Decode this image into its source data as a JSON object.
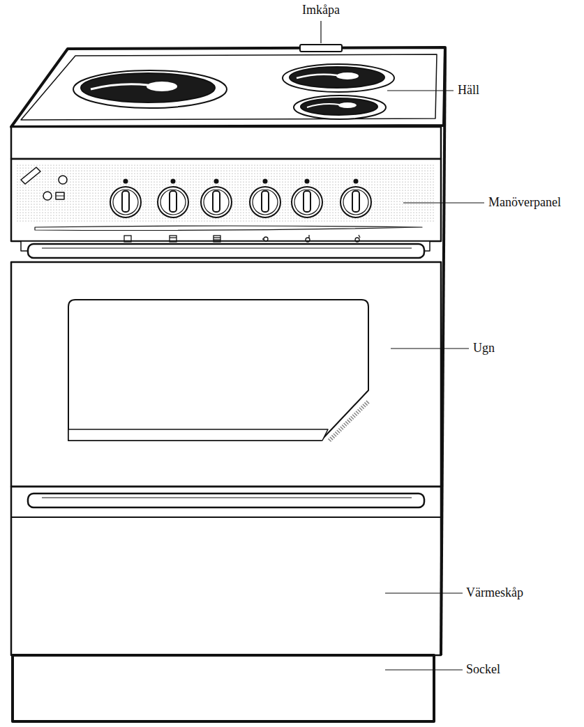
{
  "diagram": {
    "labels": [
      "Imkåpa",
      "Häll",
      "Manöverpanel",
      "Ugn",
      "Värmeskåp",
      "Sockel"
    ]
  }
}
